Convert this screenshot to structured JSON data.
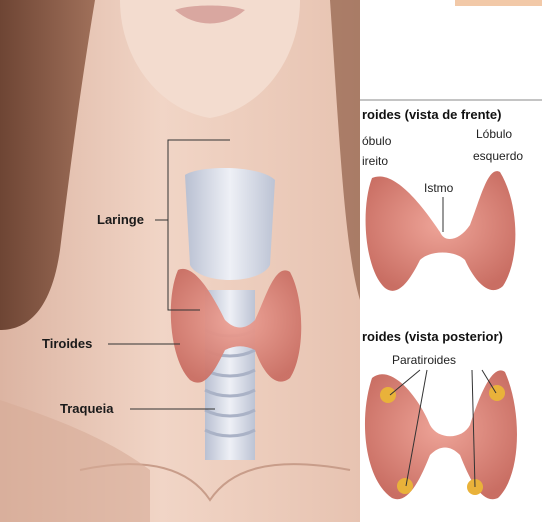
{
  "main_labels": {
    "larynx": "Laringe",
    "thyroid": "Tiroides",
    "trachea": "Traqueia"
  },
  "front_view": {
    "title": "roides (vista de frente)",
    "right_lobe_line1": "óbulo",
    "right_lobe_line2": "ireito",
    "left_lobe_line1": "Lóbulo",
    "left_lobe_line2": "esquerdo",
    "isthmus": "Istmo"
  },
  "posterior_view": {
    "title": "roides (vista posterior)",
    "parathyroids": "Paratiroides"
  },
  "colors": {
    "skin": "#e9c7b6",
    "thyroid": "#d98479",
    "trachea": "#d8dde8",
    "parathyroid": "#e9b23a",
    "hair": "#8a5a45"
  }
}
